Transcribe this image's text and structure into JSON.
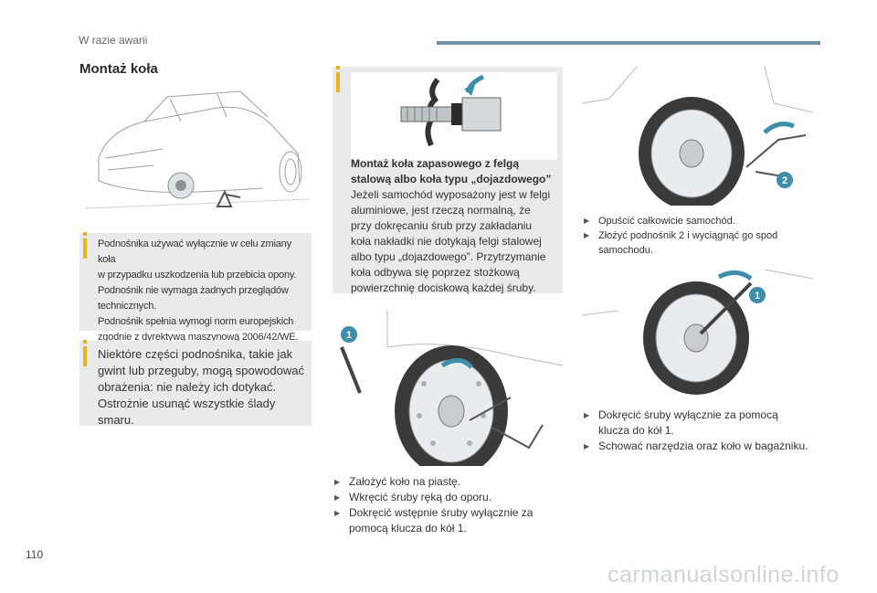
{
  "header": {
    "section": "W razie awarii"
  },
  "page": {
    "number": "110",
    "title": "Montaż koła"
  },
  "watermark": "carmanualsonline.info",
  "left": {
    "note1_lines": [
      "Podnośnika używać wyłącznie w celu zmiany koła",
      "w przypadku uszkodzenia lub przebicia opony.",
      "Podnośnik nie wymaga żadnych przeglądów",
      "technicznych.",
      "Podnośnik spełnia wymogi norm europejskich",
      "zgodnie z dyrektywą maszynową 2006/42/WE."
    ],
    "note2_lines": [
      "Niektóre części podnośnika, takie jak",
      "gwint lub przeguby, mogą spowodować",
      "obrażenia: nie należy ich dotykać.",
      "Ostrożnie usunąć wszystkie ślady smaru."
    ]
  },
  "middle": {
    "info_title_lines": [
      "Montaż koła zapasowego z felgą",
      "stalową albo koła typu „dojazdowego”"
    ],
    "info_body_lines": [
      "Jeżeli samochód wyposażony jest w felgi",
      "aluminiowe, jest rzeczą normalną, że",
      "przy dokręcaniu śrub przy zakładaniu",
      "koła nakładki nie dotykają felgi stalowej",
      "albo typu „dojazdowego”. Przytrzymanie",
      "koła odbywa się poprzez stożkową",
      "powierzchnię dociskową każdej śruby."
    ],
    "callout_1": "1",
    "steps": [
      "Założyć koło na piastę.",
      "Wkręcić śruby ręką do oporu.",
      "Dokręcić wstępnie śruby wyłącznie za",
      "pomocą klucza do kół 1."
    ]
  },
  "right": {
    "callout_2": "2",
    "callout_1": "1",
    "steps_top": [
      "Opuścić całkowicie samochód.",
      "Złożyć podnośnik 2 i wyciągnąć go spod samochodu."
    ],
    "steps_bottom": [
      "Dokręcić śruby wyłącznie za pomocą",
      "klucza do kół 1.",
      "Schować narzędzia oraz koło w bagażniku."
    ]
  },
  "colors": {
    "accent_yellow": "#e7b71a",
    "callout_teal": "#3e8eaa",
    "header_bar": "#6d8fa6",
    "box_gray": "#e8eaeb"
  }
}
